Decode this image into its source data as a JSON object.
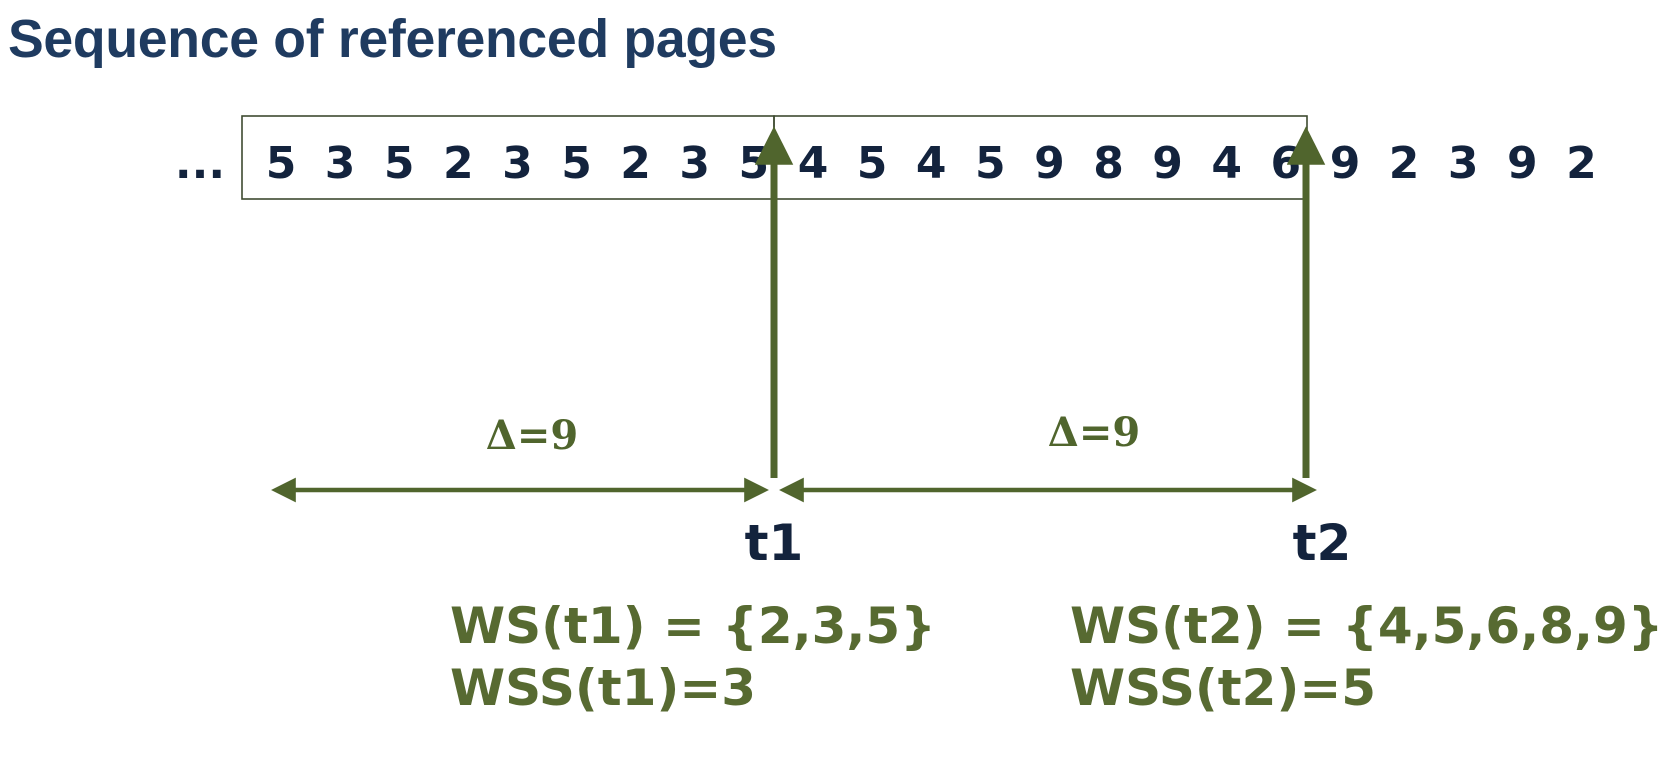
{
  "title": "Sequence of referenced pages",
  "sequence": {
    "ellipsis": "...",
    "before_t1": [
      "5",
      "3",
      "5",
      "2",
      "3",
      "5",
      "2",
      "3",
      "5"
    ],
    "between_t1_t2": [
      "4",
      "5",
      "4",
      "5",
      "9",
      "8",
      "9",
      "4",
      "6"
    ],
    "after_t2": [
      "9",
      "2",
      "3",
      "9",
      "2"
    ]
  },
  "windows": [
    {
      "delta_label": "Δ=9"
    },
    {
      "delta_label": "Δ=9"
    }
  ],
  "time_marks": [
    {
      "label": "t1",
      "ws": "WS(t1) = {2,3,5}",
      "wss": "WSS(t1)=3"
    },
    {
      "label": "t2",
      "ws": "WS(t2) = {4,5,6,8,9}",
      "wss": "WSS(t2)=5"
    }
  ],
  "colors": {
    "title": "#1f3b60",
    "sequence_text": "#13233d",
    "arrow_green": "#50652d",
    "ws_text": "#576a31",
    "box_border": "#3e4a30"
  }
}
